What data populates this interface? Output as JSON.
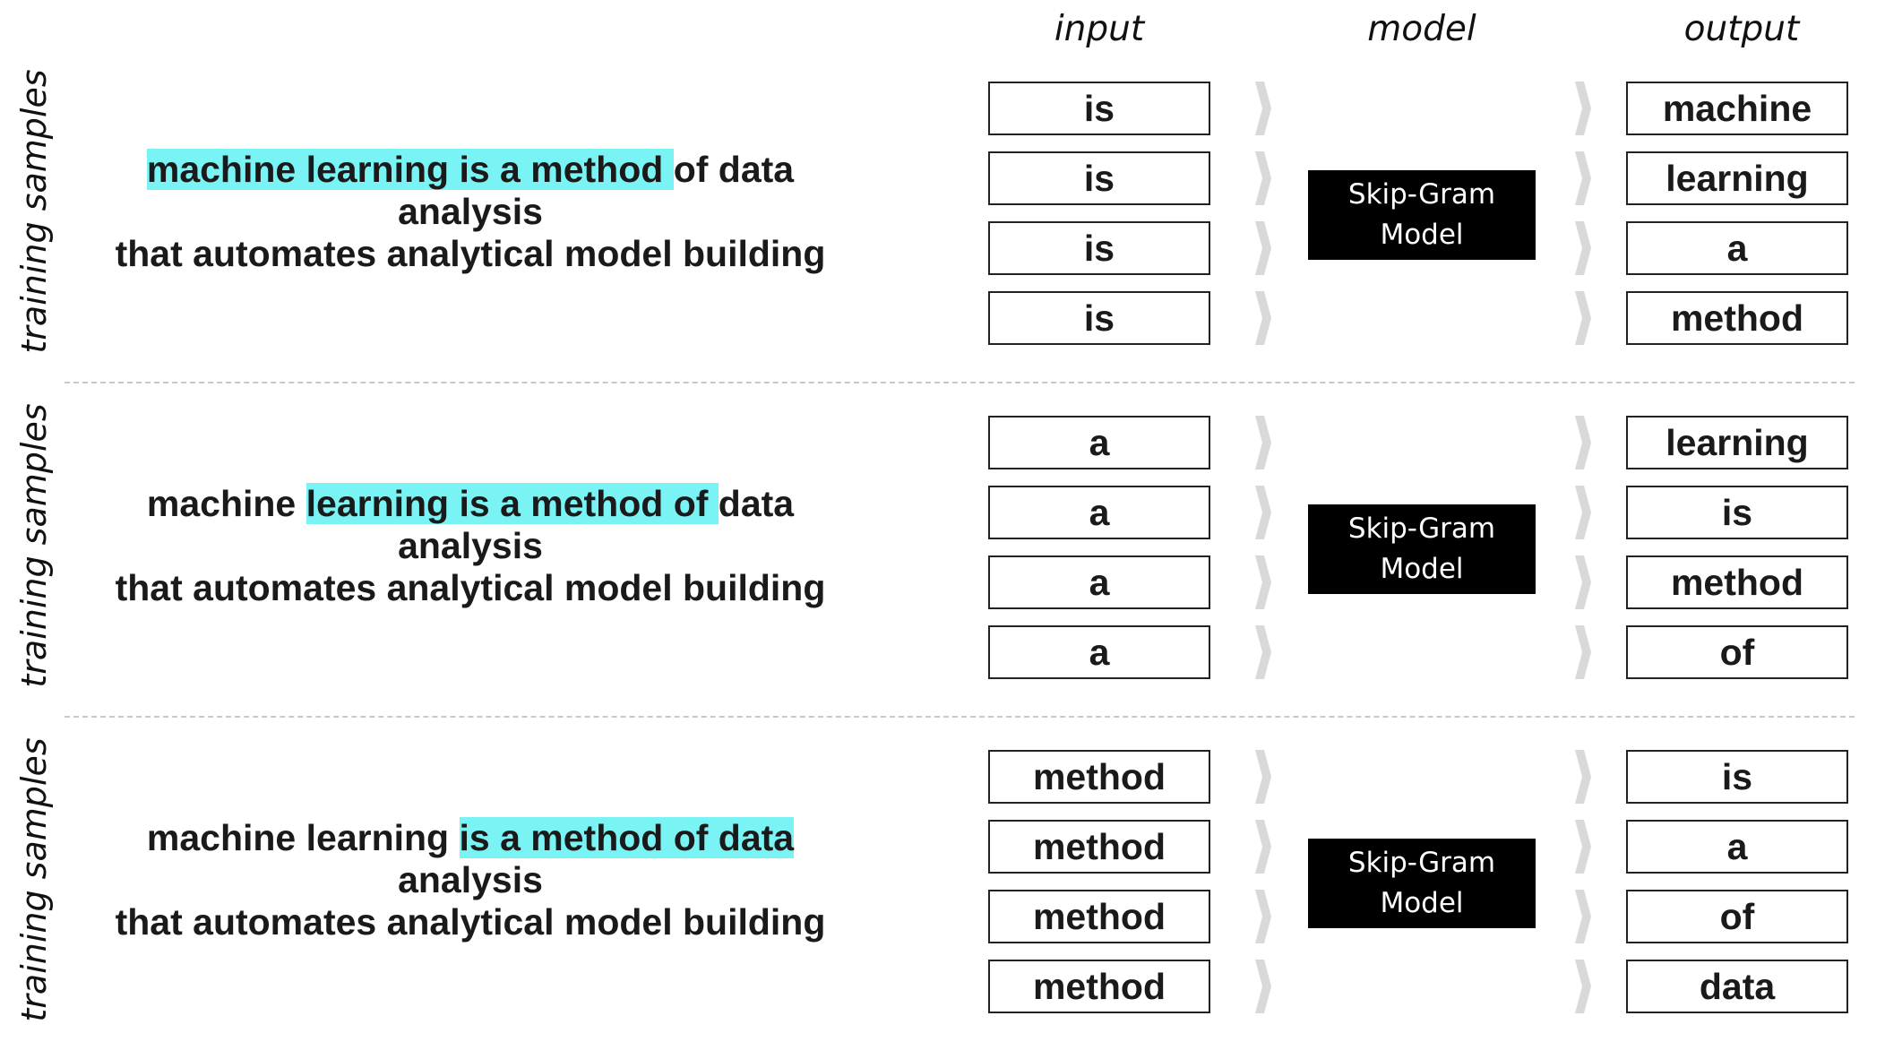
{
  "headers": {
    "input": "input",
    "model": "model",
    "output": "output"
  },
  "rows": [
    {
      "side_label": "training samples",
      "sentence": {
        "line1_before": "",
        "line1_highlight": "machine learning is a method ",
        "line1_after": "of data analysis",
        "line2": "that automates analytical model building"
      },
      "inputs": [
        "is",
        "is",
        "is",
        "is"
      ],
      "model": {
        "line1": "Skip-Gram",
        "line2": "Model"
      },
      "outputs": [
        "machine",
        "learning",
        "a",
        "method"
      ]
    },
    {
      "side_label": "training samples",
      "sentence": {
        "line1_before": "machine ",
        "line1_highlight": "learning is a method of ",
        "line1_after": "data analysis",
        "line2": "that automates analytical model building"
      },
      "inputs": [
        "a",
        "a",
        "a",
        "a"
      ],
      "model": {
        "line1": "Skip-Gram",
        "line2": "Model"
      },
      "outputs": [
        "learning",
        "is",
        "method",
        "of"
      ]
    },
    {
      "side_label": "training samples",
      "sentence": {
        "line1_before": "machine learning ",
        "line1_highlight": "is a method of data ",
        "line1_after": "analysis",
        "line2": "that automates analytical model building"
      },
      "inputs": [
        "method",
        "method",
        "method",
        "method"
      ],
      "model": {
        "line1": "Skip-Gram",
        "line2": "Model"
      },
      "outputs": [
        "is",
        "a",
        "of",
        "data"
      ]
    }
  ],
  "colors": {
    "highlight": "#7af3f5",
    "model_box": "#000000",
    "chevron": "#d9d9d9",
    "divider": "#c8c8c8"
  }
}
